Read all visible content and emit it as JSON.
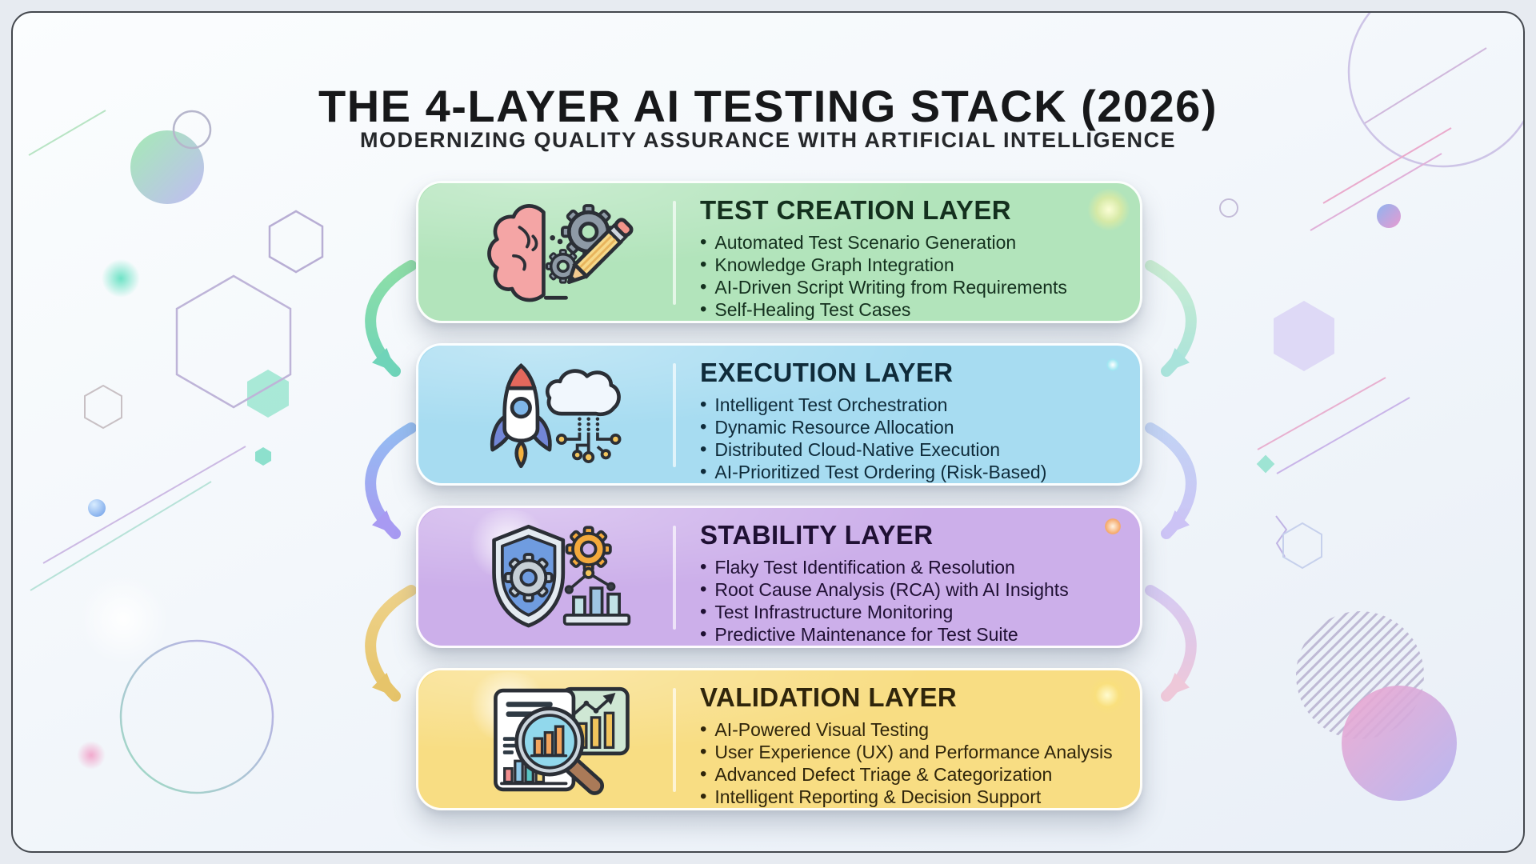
{
  "page": {
    "title": "THE 4-LAYER AI TESTING STACK (2026)",
    "subtitle": "MODERNIZING QUALITY ASSURANCE WITH ARTIFICIAL INTELLIGENCE"
  },
  "layers": [
    {
      "name": "TEST CREATION LAYER",
      "icon": "brain-gears-pencil-icon",
      "bg_color": "#b2e4bb",
      "text_color": "#14301e",
      "bullets": [
        "Automated Test Scenario Generation",
        "Knowledge Graph Integration",
        "AI-Driven Script Writing from Requirements",
        "Self-Healing Test Cases"
      ]
    },
    {
      "name": "EXECUTION LAYER",
      "icon": "rocket-cloud-circuit-icon",
      "bg_color": "#a7dcf1",
      "text_color": "#0f2b3a",
      "bullets": [
        "Intelligent Test Orchestration",
        "Dynamic Resource Allocation",
        "Distributed Cloud-Native Execution",
        "AI-Prioritized Test Ordering (Risk-Based)"
      ]
    },
    {
      "name": "STABILITY LAYER",
      "icon": "shield-gear-chart-icon",
      "bg_color": "#ccafea",
      "text_color": "#1f1033",
      "bullets": [
        "Flaky Test Identification & Resolution",
        "Root Cause Analysis (RCA) with AI Insights",
        "Test Infrastructure Monitoring",
        "Predictive Maintenance for Test Suite"
      ]
    },
    {
      "name": "VALIDATION LAYER",
      "icon": "report-magnifier-icon",
      "bg_color": "#f8dd83",
      "text_color": "#2f250b",
      "bullets": [
        "AI-Powered Visual Testing",
        "User Experience (UX) and Performance Analysis",
        "Advanced Defect Triage & Categorization",
        "Intelligent Reporting & Decision Support"
      ]
    }
  ],
  "arrows": [
    {
      "side": "left",
      "from": "#8edfa7",
      "to": "#6fd4b9"
    },
    {
      "side": "left",
      "from": "#94bdf2",
      "to": "#a89af2"
    },
    {
      "side": "left",
      "from": "#eed28a",
      "to": "#e6c46a"
    },
    {
      "side": "right",
      "from": "#a9e5b2",
      "to": "#70d5c2"
    },
    {
      "side": "right",
      "from": "#9cb8f0",
      "to": "#b09cf2"
    },
    {
      "side": "right",
      "from": "#c3a9ee",
      "to": "#f0a6c0"
    }
  ]
}
